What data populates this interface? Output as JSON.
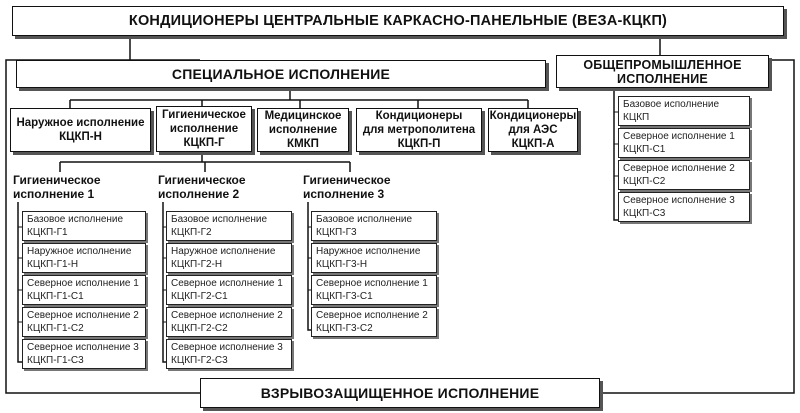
{
  "title": "КОНДИЦИОНЕРЫ ЦЕНТРАЛЬНЫЕ КАРКАСНО-ПАНЕЛЬНЫЕ (ВЕЗА-КЦКП)",
  "special": {
    "title": "СПЕЦИАЛЬНОЕ ИСПОЛНЕНИЕ",
    "categories": [
      {
        "line1": "Наружное исполнение",
        "line2": "КЦКП-Н"
      },
      {
        "line1": "Гигиеническое",
        "line2": "исполнение",
        "line3": "КЦКП-Г"
      },
      {
        "line1": "Медицинское",
        "line2": "исполнение",
        "line3": "КМКП"
      },
      {
        "line1": "Кондиционеры",
        "line2": "для метрополитена",
        "line3": "КЦКП-П"
      },
      {
        "line1": "Кондиционеры",
        "line2": "для АЭС",
        "line3": "КЦКП-А"
      }
    ],
    "groups": [
      {
        "title_line1": "Гигиеническое",
        "title_line2": "исполнение 1",
        "items": [
          {
            "name": "Базовое исполнение",
            "code": "КЦКП-Г1"
          },
          {
            "name": "Наружное исполнение",
            "code": "КЦКП-Г1-Н"
          },
          {
            "name": "Северное исполнение 1",
            "code": "КЦКП-Г1-С1"
          },
          {
            "name": "Северное исполнение 2",
            "code": "КЦКП-Г1-С2"
          },
          {
            "name": "Северное исполнение 3",
            "code": "КЦКП-Г1-С3"
          }
        ]
      },
      {
        "title_line1": "Гигиеническое",
        "title_line2": "исполнение 2",
        "items": [
          {
            "name": "Базовое исполнение",
            "code": "КЦКП-Г2"
          },
          {
            "name": "Наружное исполнение",
            "code": "КЦКП-Г2-Н"
          },
          {
            "name": "Северное исполнение 1",
            "code": "КЦКП-Г2-С1"
          },
          {
            "name": "Северное исполнение 2",
            "code": "КЦКП-Г2-С2"
          },
          {
            "name": "Северное исполнение 3",
            "code": "КЦКП-Г2-С3"
          }
        ]
      },
      {
        "title_line1": "Гигиеническое",
        "title_line2": "исполнение 3",
        "items": [
          {
            "name": "Базовое исполнение",
            "code": "КЦКП-Г3"
          },
          {
            "name": "Наружное исполнение",
            "code": "КЦКП-Г3-Н"
          },
          {
            "name": "Северное исполнение 1",
            "code": "КЦКП-Г3-С1"
          },
          {
            "name": "Северное исполнение 2",
            "code": "КЦКП-Г3-С2"
          }
        ]
      }
    ]
  },
  "industrial": {
    "title_line1": "ОБЩЕПРОМЫШЛЕННОЕ",
    "title_line2": "ИСПОЛНЕНИЕ",
    "items": [
      {
        "name": "Базовое исполнение",
        "code": "КЦКП"
      },
      {
        "name": "Северное исполнение 1",
        "code": "КЦКП-С1"
      },
      {
        "name": "Северное исполнение 2",
        "code": "КЦКП-С2"
      },
      {
        "name": "Северное исполнение 3",
        "code": "КЦКП-С3"
      }
    ]
  },
  "explosion_proof": {
    "title": "ВЗРЫВОЗАЩИЩЕННОЕ ИСПОЛНЕНИЕ"
  }
}
